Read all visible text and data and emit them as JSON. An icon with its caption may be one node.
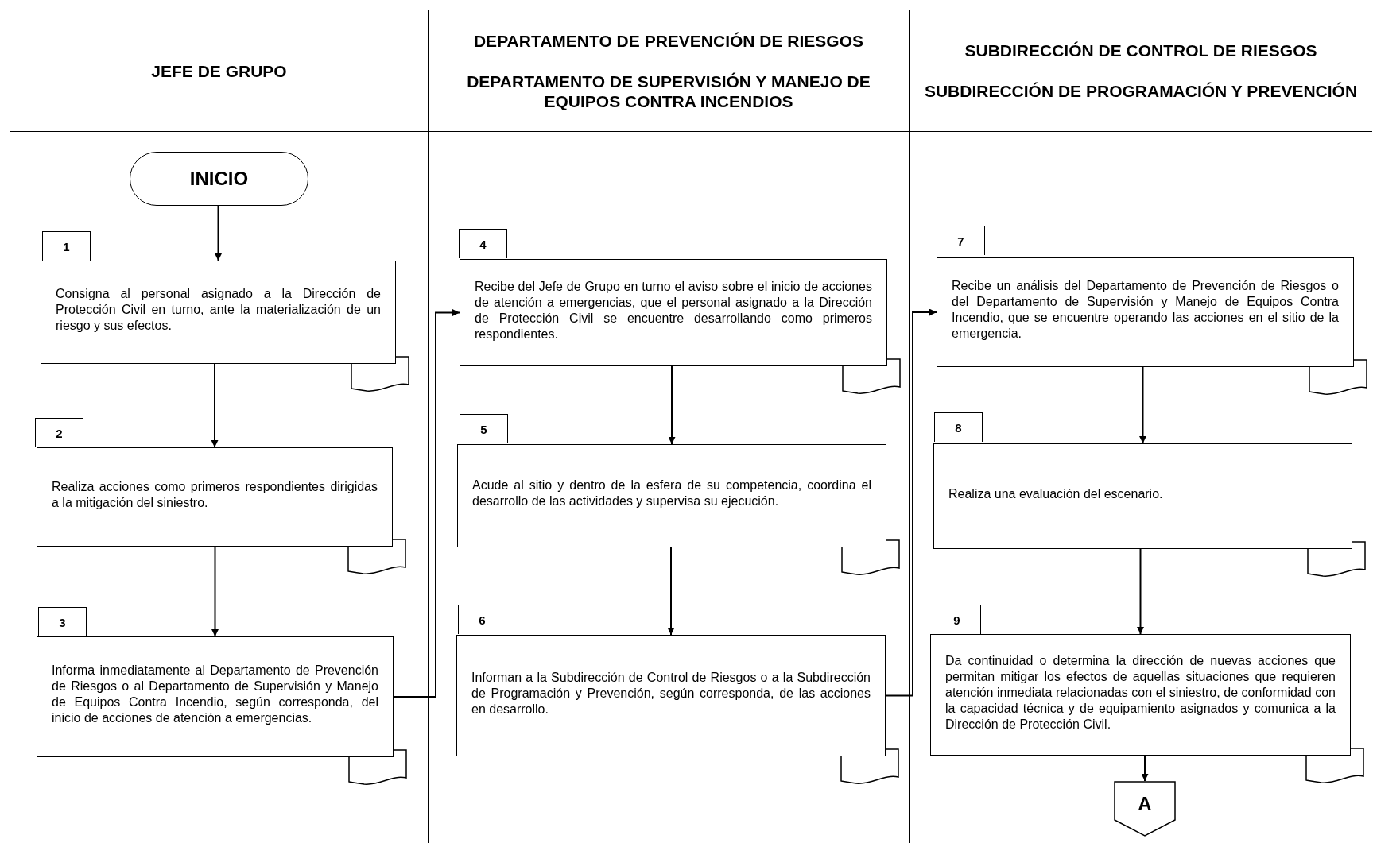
{
  "diagram": {
    "nodes": [
      {
        "text": [
          "JEFE DE GRUPO"
        ]
      },
      {
        "text": [
          "INICIO"
        ],
        "in": 0
      },
      {
        "text": [
          "1",
          "Consigna al personal asignado a la Dirección de Protección Civil en turno, ante la materialización de un riesgo y sus efectos."
        ],
        "in": 0
      },
      {
        "text": [
          "2",
          "Realiza acciones como primeros respondientes dirigidas a la mitigación del siniestro."
        ],
        "in": 0
      },
      {
        "text": [
          "3",
          "Informa inmediatamente al Departamento de Prevención de Riesgos o al Departamento de Supervisión y Manejo de Equipos Contra Incendio, según corresponda, del inicio de acciones de atención a emergencias."
        ],
        "in": 0
      },
      {
        "text": [
          "DEPARTAMENTO DE PREVENCIÓN DE RIESGOS",
          "DEPARTAMENTO DE SUPERVISIÓN Y MANEJO DE EQUIPOS CONTRA INCENDIOS"
        ]
      },
      {
        "text": [
          "4",
          "Recibe del Jefe de Grupo en turno el aviso sobre el inicio de acciones de atención a emergencias, que el personal asignado a la Dirección de Protección Civil se encuentre desarrollando como primeros respondientes."
        ],
        "in": 5
      },
      {
        "text": [
          "5",
          "Acude al sitio y dentro de la esfera de su competencia, coordina el desarrollo de las actividades y supervisa su ejecución."
        ],
        "in": 5
      },
      {
        "text": [
          "6",
          "Informan a la Subdirección de Control de Riesgos o a la Subdirección de Programación y Prevención, según corresponda, de las acciones en desarrollo."
        ],
        "in": 5
      },
      {
        "text": [
          "SUBDIRECCIÓN DE CONTROL DE RIESGOS",
          "SUBDIRECCIÓN DE PROGRAMACIÓN Y PREVENCIÓN"
        ]
      },
      {
        "text": [
          "7",
          "Recibe un análisis del Departamento de Prevención de Riesgos o del Departamento de Supervisión y Manejo de Equipos Contra Incendio, que se encuentre operando las acciones en el sitio de la emergencia."
        ],
        "in": 9
      },
      {
        "text": [
          "8",
          "Realiza una evaluación del escenario."
        ],
        "in": 9
      },
      {
        "text": [
          "9",
          "Da continuidad o determina la dirección de nuevas acciones que permitan mitigar los efectos de aquellas situaciones que requieren atención inmediata relacionadas con el siniestro, de conformidad con la capacidad técnica y de equipamiento asignados y comunica a la Dirección de Protección Civil."
        ],
        "in": 9
      },
      {
        "text": [
          "A"
        ],
        "in": 9
      }
    ],
    "edges": [
      {
        "from": 1,
        "to": 2,
        "arrow": "to"
      },
      {
        "from": 2,
        "to": 3,
        "arrow": "to"
      },
      {
        "from": 3,
        "to": 4,
        "arrow": "to"
      },
      {
        "from": 4,
        "to": 6,
        "arrow": "to"
      },
      {
        "from": 6,
        "to": 7,
        "arrow": "to"
      },
      {
        "from": 7,
        "to": 8,
        "arrow": "to"
      },
      {
        "from": 8,
        "to": 10,
        "arrow": "to"
      },
      {
        "from": 10,
        "to": 11,
        "arrow": "to"
      },
      {
        "from": 11,
        "to": 12,
        "arrow": "to"
      },
      {
        "from": 12,
        "to": 13,
        "arrow": "to"
      }
    ]
  }
}
